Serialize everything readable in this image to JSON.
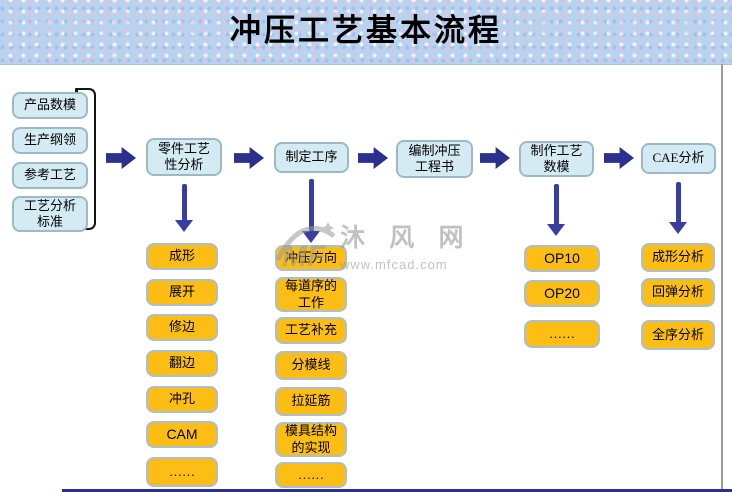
{
  "title": "冲压工艺基本流程",
  "inputs": [
    "产品数模",
    "生产纲领",
    "参考工艺",
    "工艺分析\n标准"
  ],
  "flow_steps": [
    "零件工艺\n性分析",
    "制定工序",
    "编制冲压\n工程书",
    "制作工艺\n数模",
    "CAE分析"
  ],
  "col_process_analysis": [
    "成形",
    "展开",
    "修边",
    "翻边",
    "冲孔",
    "CAM",
    "……"
  ],
  "col_procedure": [
    "冲压方向",
    "每道序的\n工作",
    "工艺补充",
    "分模线",
    "拉延筋",
    "模具结构\n的实现",
    "……"
  ],
  "col_tool_model": [
    "OP10",
    "OP20",
    "……"
  ],
  "col_cae": [
    "成形分析",
    "回弹分析",
    "全序分析"
  ],
  "watermark": {
    "logo": "MF",
    "name": "沐 风 网",
    "url": "www.mfcad.com"
  },
  "colors": {
    "title_bg": "#b7d4ee",
    "cyan_box": "#d5ebf3",
    "yellow_box": "#fcbd15",
    "block_arrow": "#2b2f8e",
    "down_arrow": "#383da1"
  }
}
